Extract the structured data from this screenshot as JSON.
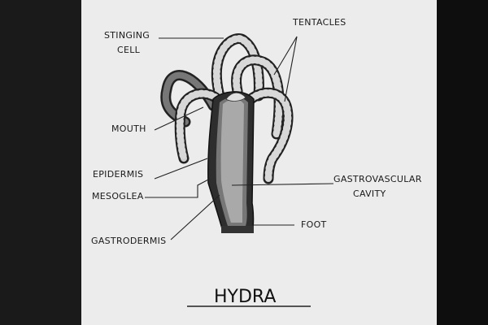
{
  "title": "HYDRA",
  "labels": {
    "stinging_cell_1": "STINGING",
    "stinging_cell_2": "CELL",
    "tentacles": "TENTACLES",
    "mouth": "MOUTH",
    "epidermis": "EPIDERMIS",
    "mesoglea": "MESOGLEA",
    "gastrodermis": "GASTRODERMIS",
    "gastrovascular_1": "GASTROVASCULAR",
    "gastrovascular_2": "CAVITY",
    "foot": "FOOT"
  }
}
